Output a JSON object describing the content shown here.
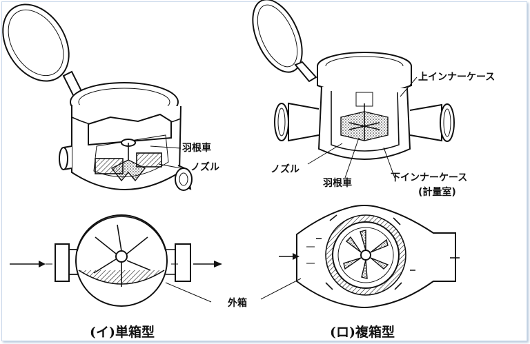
{
  "labels": {
    "impeller_left": "羽根車",
    "nozzle_left": "ノズル",
    "upper_inner_case": "上インナーケース",
    "nozzle_right": "ノズル",
    "impeller_right": "羽根車",
    "lower_inner_case": "下インナーケース",
    "measuring_chamber": "(計量室)",
    "outer_case": "外箱"
  },
  "captions": {
    "left": "(イ)単箱型",
    "right": "(ロ)複箱型"
  }
}
